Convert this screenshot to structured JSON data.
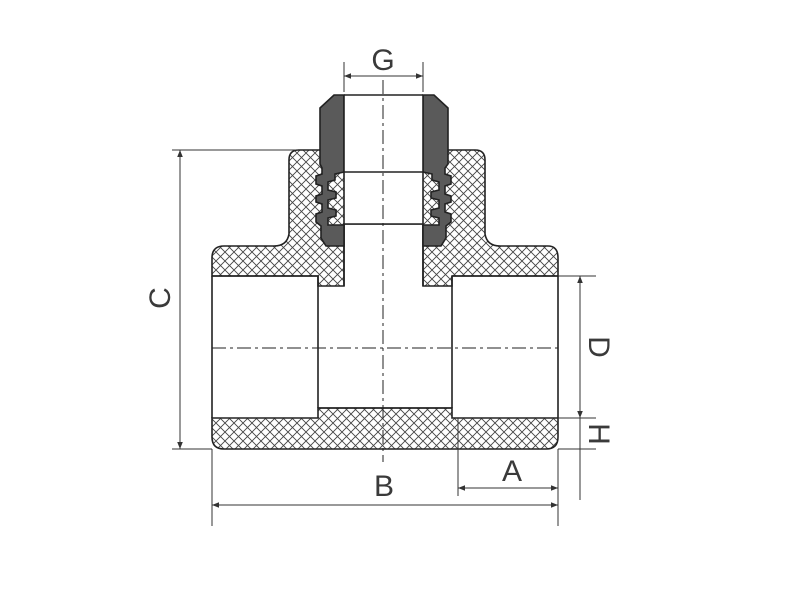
{
  "labels": {
    "g": "G",
    "c": "C",
    "d": "D",
    "h": "H",
    "a": "A",
    "b": "B"
  },
  "colors": {
    "hatch": "#444444",
    "insert": "#5a5a5a",
    "outline": "#222222",
    "background": "#ffffff"
  }
}
